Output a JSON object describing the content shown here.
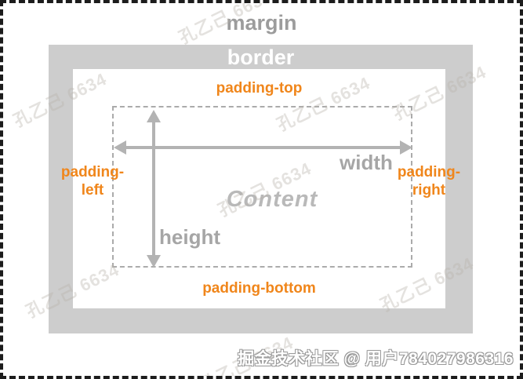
{
  "diagram": {
    "margin_label": "margin",
    "border_label": "border",
    "padding_top_label": "padding-top",
    "padding_left_lines": {
      "line1": "padding-",
      "line2": "left"
    },
    "padding_right_lines": {
      "line1": "padding-",
      "line2": "right"
    },
    "padding_bottom_label": "padding-bottom",
    "width_label": "width",
    "height_label": "height",
    "content_label": "Content"
  },
  "watermarks": {
    "diagonal_text": "孔乙己 6634",
    "footer_text": "掘金技术社区 @ 用户784027986316"
  },
  "colors": {
    "accent_orange": "#F0861B",
    "border_box_gray": "#CDCDCD",
    "label_gray": "#9C9C9C",
    "dimension_gray": "#A6A6A6",
    "arrow_gray": "#B3B3B3",
    "content_text_gray": "#B9B9B9",
    "frame_black": "#1C1C1C",
    "border_label_white": "#FFFFFF"
  }
}
